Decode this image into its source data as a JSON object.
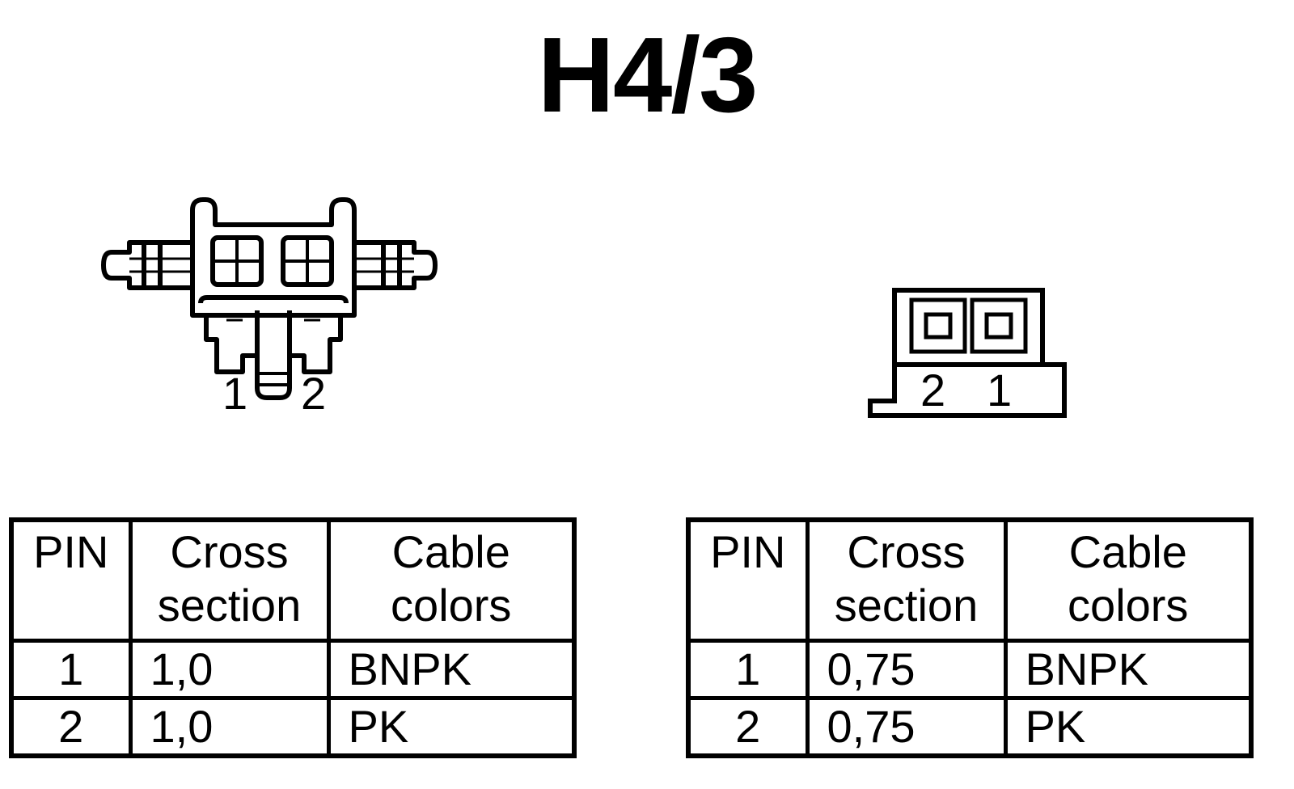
{
  "title": "H4/3",
  "connector_left": {
    "pin_labels": [
      "1",
      "2"
    ]
  },
  "connector_right": {
    "pin_labels": [
      "2",
      "1"
    ]
  },
  "table_left": {
    "headers": [
      "PIN",
      "Cross\nsection",
      "Cable\ncolors"
    ],
    "rows": [
      [
        "1",
        "1,0",
        "BNPK"
      ],
      [
        "2",
        "1,0",
        "PK"
      ]
    ]
  },
  "table_right": {
    "headers": [
      "PIN",
      "Cross\nsection",
      "Cable\ncolors"
    ],
    "rows": [
      [
        "1",
        "0,75",
        "BNPK"
      ],
      [
        "2",
        "0,75",
        "PK"
      ]
    ]
  }
}
